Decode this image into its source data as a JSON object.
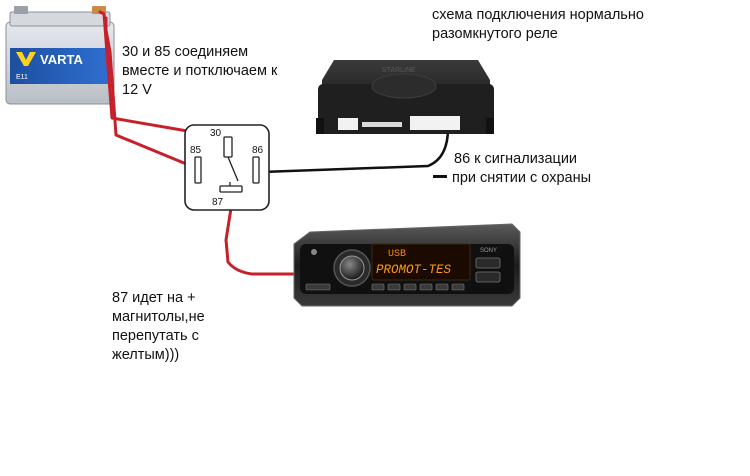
{
  "title": {
    "lines": [
      "схема подключения нормально",
      "разомкнутого реле"
    ]
  },
  "notes": {
    "terminals_30_85": [
      "30 и 85 соединяем",
      "вместе и потключаем к",
      "12 V"
    ],
    "terminal_86": [
      "86 к сигнализации",
      "при снятии с охраны"
    ],
    "terminal_87": [
      "87 идет на +",
      "магнитолы,не",
      "перепутать с",
      "желтым)))"
    ]
  },
  "battery": {
    "brand": "VARTA",
    "model": "E11"
  },
  "relay": {
    "pins": {
      "p30": "30",
      "p85": "85",
      "p86": "86",
      "p87": "87"
    }
  },
  "alarm_unit": {
    "brand": "STARLINE"
  },
  "radio": {
    "display_top": "USB",
    "display_main": "PROMOT-TES",
    "brand": "SONY"
  },
  "colors": {
    "wire_plus": "#c8202a",
    "wire_signal": "#111111",
    "battery_blue": "#1d4fa0",
    "relay_outline": "#222222",
    "radio_display": "#ff8a00"
  }
}
